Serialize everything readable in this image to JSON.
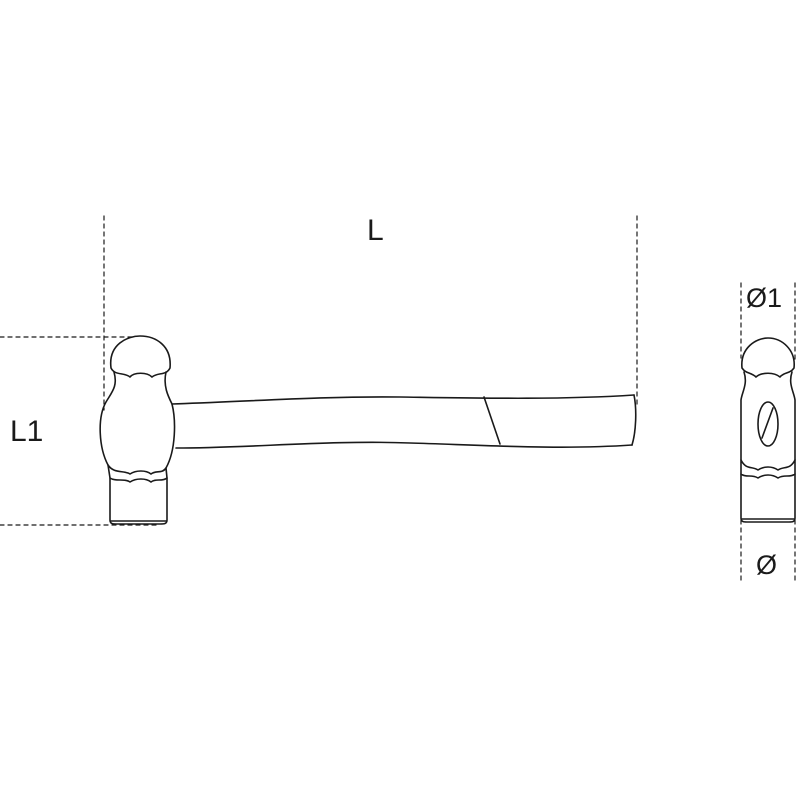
{
  "diagram": {
    "labels": {
      "length": "L",
      "head_height": "L1",
      "ball_diameter": "Ø1",
      "face_diameter": "Ø"
    },
    "colors": {
      "stroke": "#1a1a1a",
      "dimension_line": "#1a1a1a",
      "background": "#ffffff"
    }
  }
}
